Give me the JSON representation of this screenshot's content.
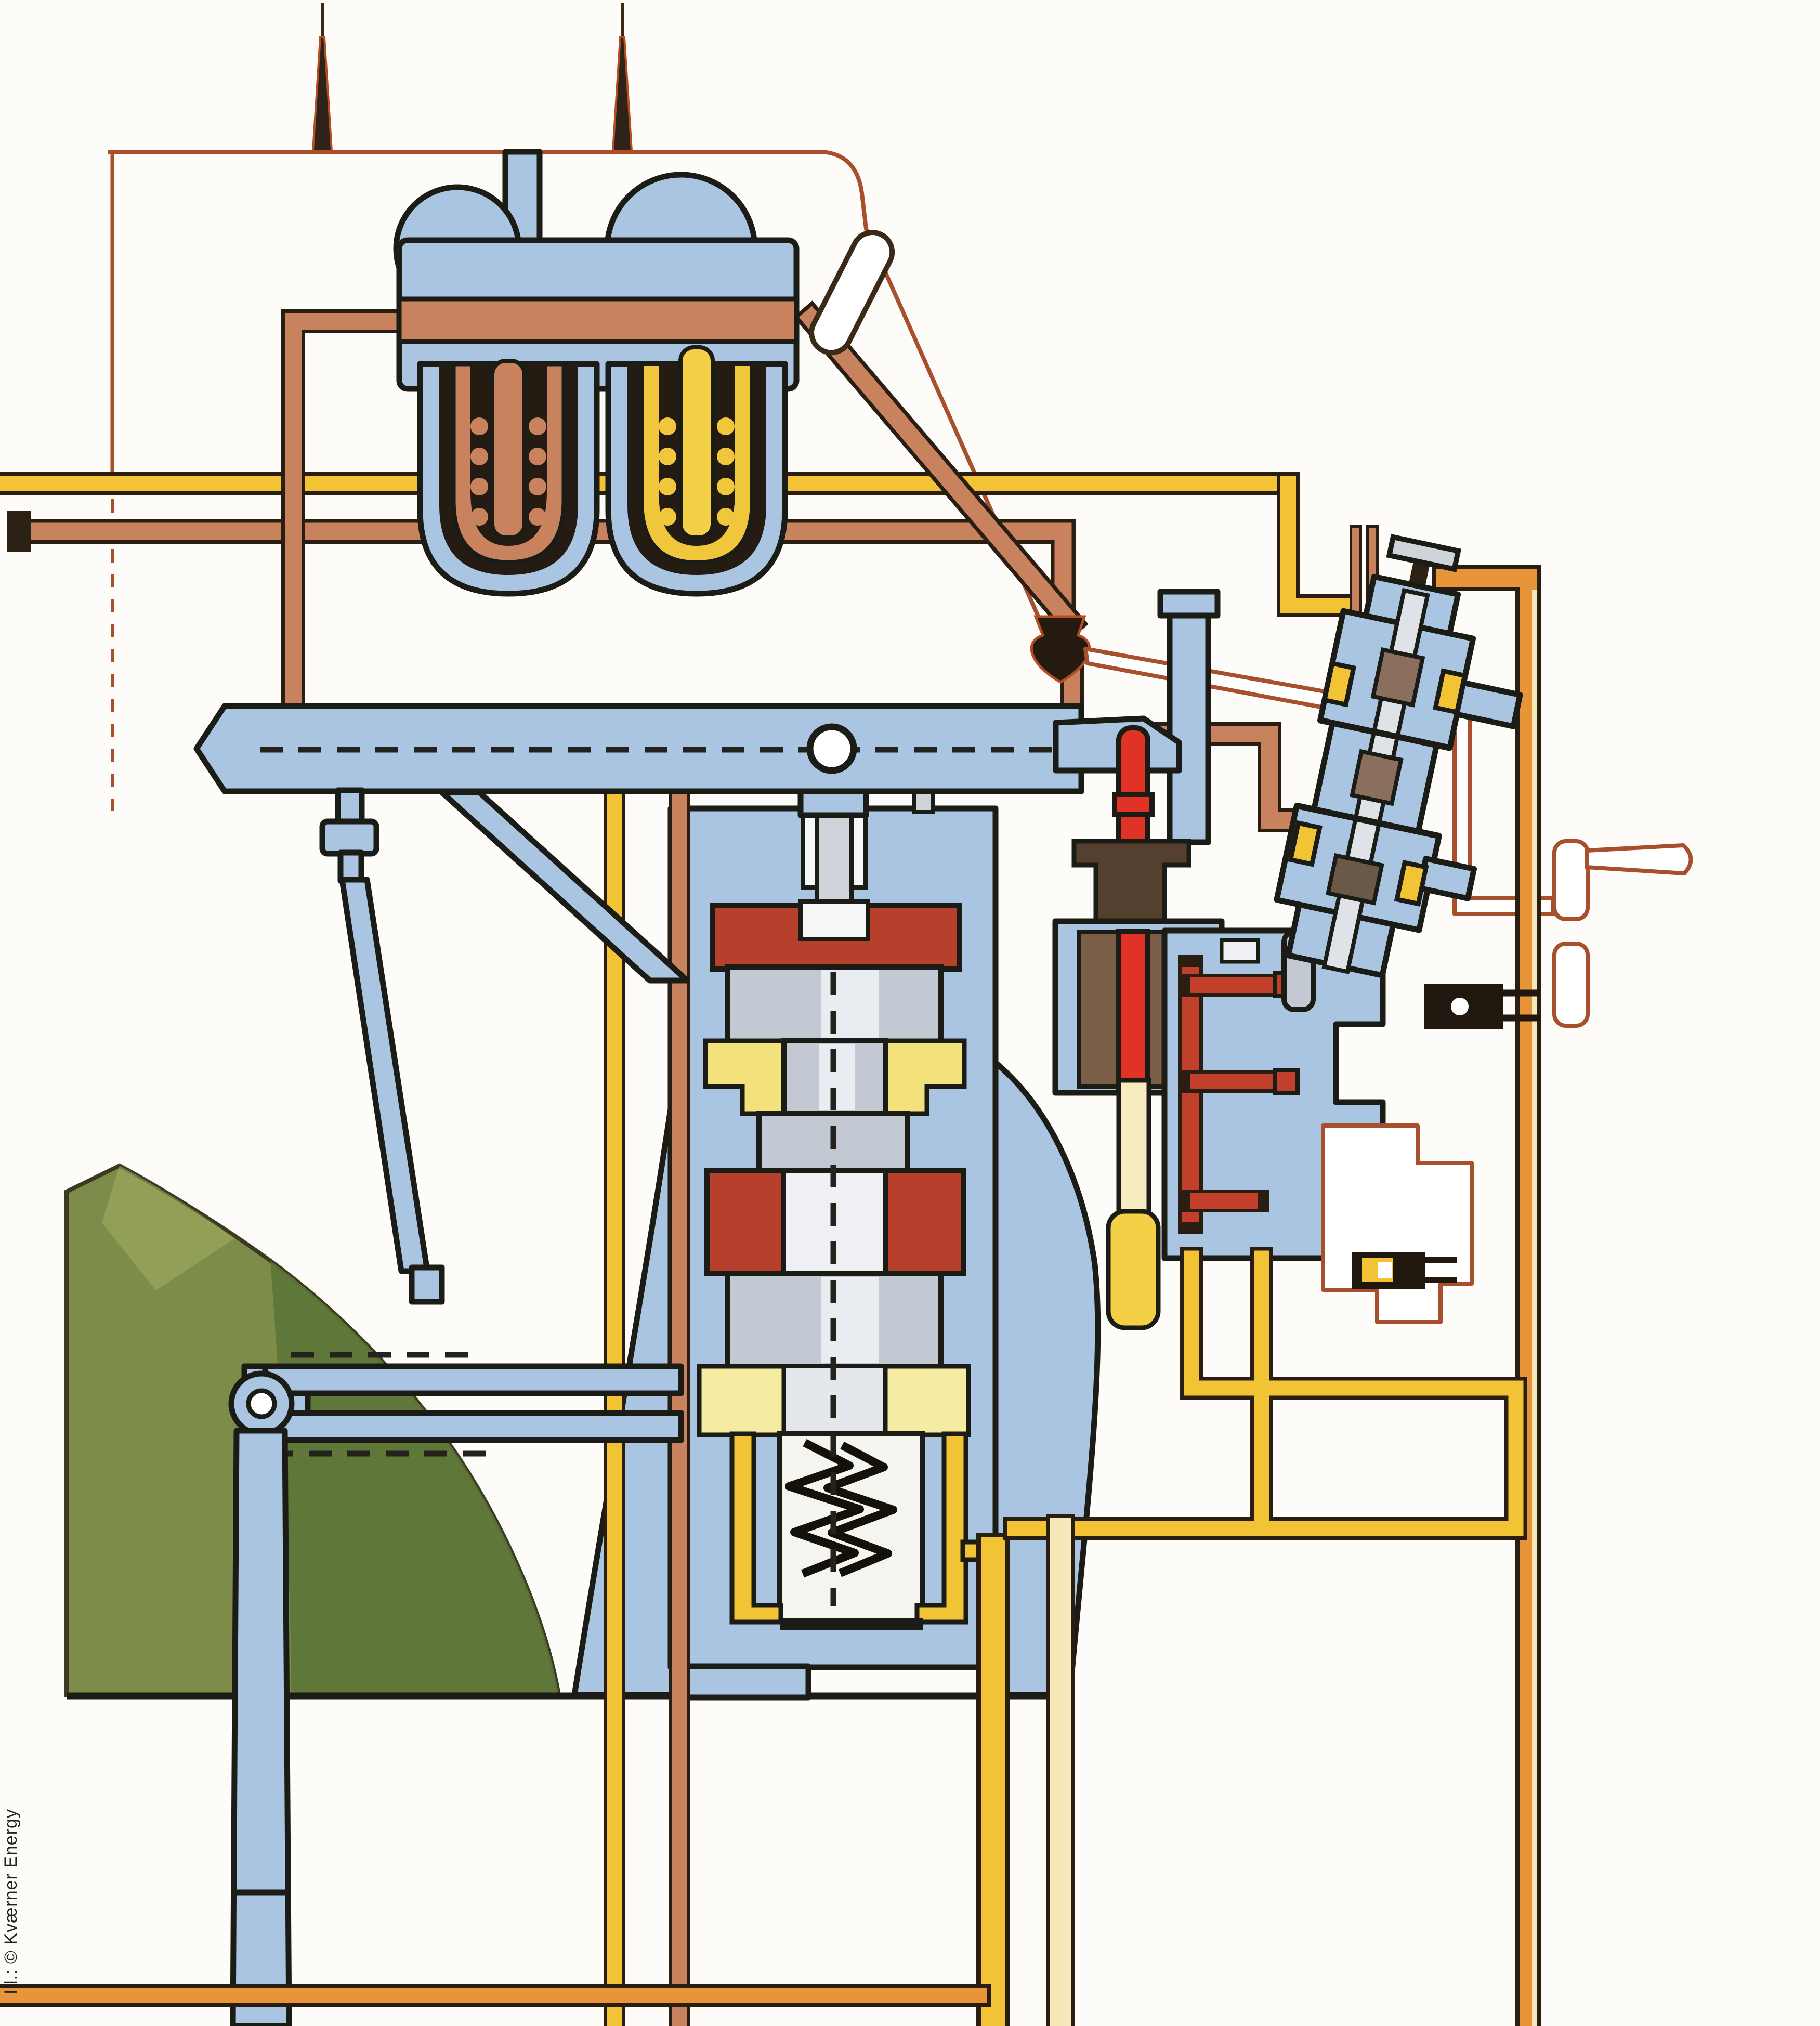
{
  "credit": {
    "text": "Ill.: © Kværner Energy"
  },
  "figure": {
    "kind": "technical-cutaway-diagram",
    "subject": "hydraulic-governor-servo-system-cross-section"
  },
  "palette": {
    "background": "#fdfcf8",
    "machine_blue": "#a9c5e1",
    "outline_dark": "#1c1c16",
    "thin_outline": "#a8502e",
    "copper_pipe": "#c9825e",
    "yellow_pipe": "#f2c335",
    "orange_pipe": "#e8953a",
    "cream_pipe": "#f6e8b8",
    "bright_red": "#e03325",
    "brick_red": "#b6402c",
    "pale_yellow": "#f5eba2",
    "cream": "#f7ecc0",
    "spool_grey": "#c3c9d2",
    "hill_green": "#7d8c49",
    "hill_green_dark": "#5c7437"
  },
  "components": [
    "needle-pointer-left",
    "needle-pointer-right",
    "tank-outline",
    "duplex-oil-filter",
    "filter-cup-dirty-oil",
    "filter-cup-clean-oil",
    "sight-capsule",
    "check-valve-spade",
    "floating-lever-beam",
    "lever-pivot-circle",
    "feedback-link-turnbuckle",
    "restoring-rod",
    "fork-linkage",
    "lever-eye-pivot",
    "green-foundation",
    "main-servomotor",
    "servo-spool",
    "servo-spring",
    "pendulum-cap",
    "flyweight-red-rod",
    "pendulum-housing",
    "damper-plunger",
    "pilot-valve-block",
    "tilted-distributor-valve",
    "manual-crank-outline",
    "accumulator-outline",
    "supply-pipes",
    "drain-pipes"
  ]
}
